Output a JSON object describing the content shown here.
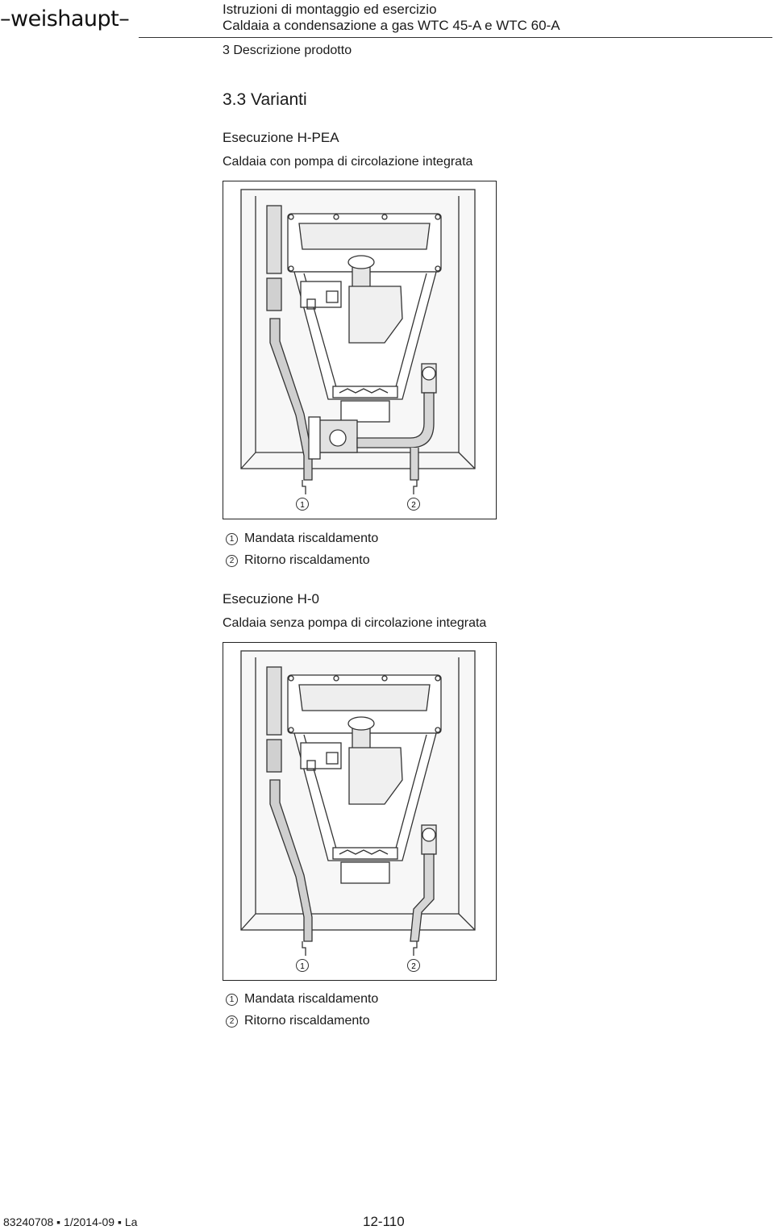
{
  "header": {
    "logo": "weishaupt",
    "title_line1": "Istruzioni di montaggio ed esercizio",
    "title_line2": "Caldaia a condensazione a gas WTC 45-A e WTC 60-A",
    "section": "3 Descrizione prodotto"
  },
  "subsection": "3.3 Varianti",
  "variants": [
    {
      "heading": "Esecuzione H-PEA",
      "description": "Caldaia con pompa di circolazione integrata",
      "markers": [
        "1",
        "2"
      ],
      "legend": [
        {
          "num": "1",
          "text": "Mandata riscaldamento"
        },
        {
          "num": "2",
          "text": "Ritorno riscaldamento"
        }
      ]
    },
    {
      "heading": "Esecuzione H-0",
      "description": "Caldaia senza pompa di circolazione integrata",
      "markers": [
        "1",
        "2"
      ],
      "legend": [
        {
          "num": "1",
          "text": "Mandata riscaldamento"
        },
        {
          "num": "2",
          "text": "Ritorno riscaldamento"
        }
      ]
    }
  ],
  "footer": {
    "code": "83240708 ▪ 1/2014-09 ▪ La",
    "page": "12-110"
  }
}
